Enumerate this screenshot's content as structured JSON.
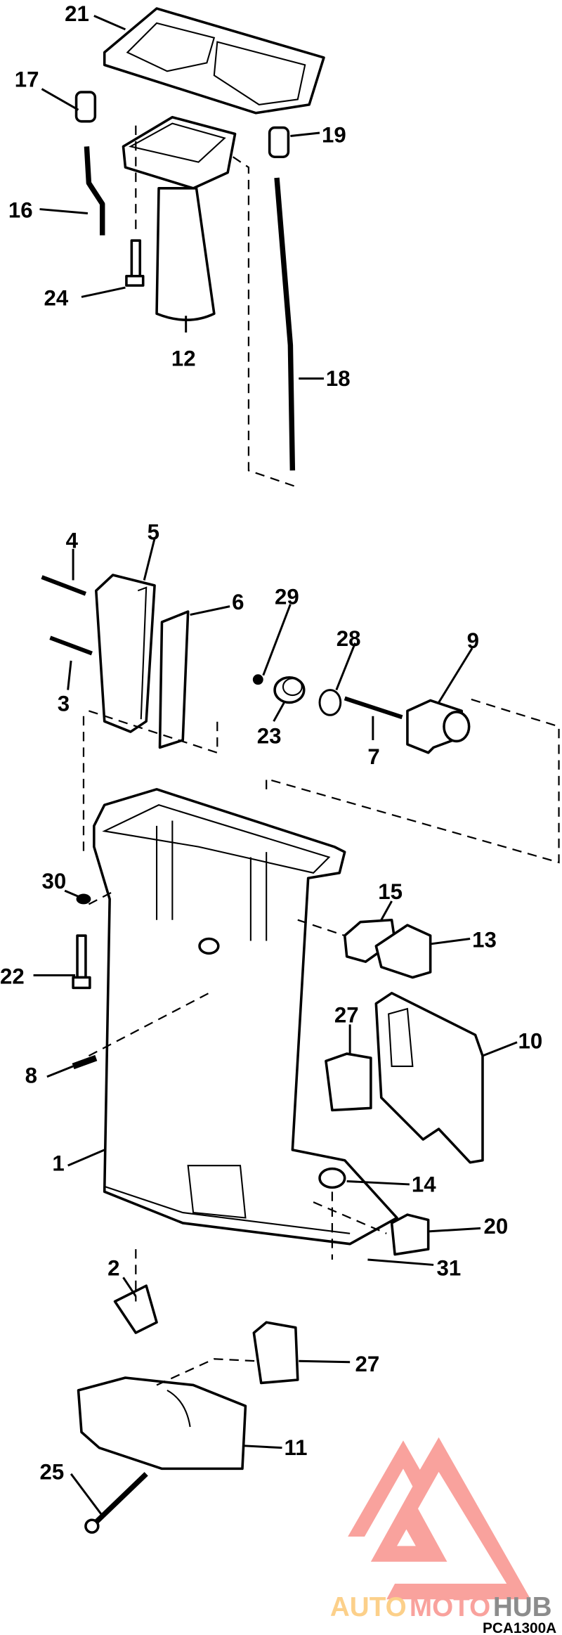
{
  "diagram": {
    "title": "Exploded parts diagram - exhaust housing / midsection",
    "callouts": [
      "21",
      "17",
      "19",
      "16",
      "24",
      "12",
      "18",
      "4",
      "5",
      "6",
      "29",
      "28",
      "9",
      "3",
      "23",
      "7",
      "30",
      "15",
      "13",
      "22",
      "27",
      "10",
      "8",
      "1",
      "14",
      "20",
      "2",
      "31",
      "27",
      "11",
      "25"
    ],
    "figure_code": "PCA1300A"
  },
  "watermark": {
    "part1": "AUTO",
    "part2": "MOTO",
    "part3": "HUB",
    "colors": {
      "logo": "#f9a29d",
      "auto": "#fcd08a",
      "moto": "#f9a29d",
      "hub": "#8c8c8c"
    }
  }
}
